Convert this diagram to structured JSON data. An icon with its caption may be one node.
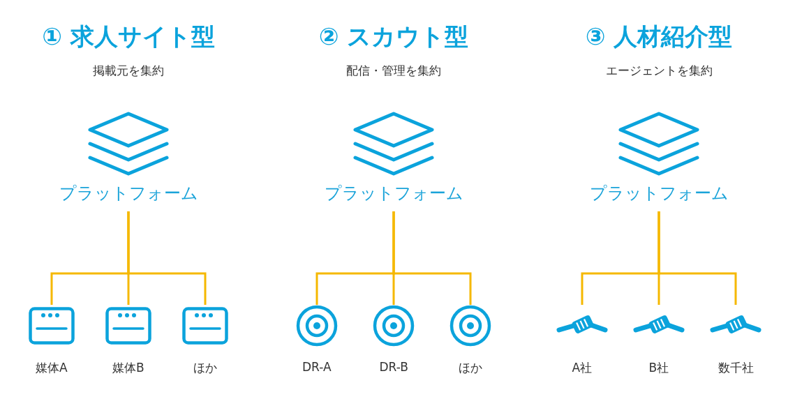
{
  "diagram": {
    "nodes": [
      {
        "text": [
          "プラットフォーム"
        ]
      },
      {
        "text": [
          "媒体A"
        ]
      },
      {
        "text": [
          "媒体B"
        ]
      },
      {
        "text": [
          "ほか"
        ]
      },
      {
        "text": [
          "プラットフォーム"
        ]
      },
      {
        "text": [
          "DR-A"
        ]
      },
      {
        "text": [
          "DR-B"
        ]
      },
      {
        "text": [
          "ほか"
        ]
      },
      {
        "text": [
          "プラットフォーム"
        ]
      },
      {
        "text": [
          "A社"
        ]
      },
      {
        "text": [
          "B社"
        ]
      },
      {
        "text": [
          "数千社"
        ]
      }
    ],
    "edges": [
      {
        "from": 0,
        "to": 1,
        "arrow": "none"
      },
      {
        "from": 0,
        "to": 2,
        "arrow": "none"
      },
      {
        "from": 0,
        "to": 3,
        "arrow": "none"
      },
      {
        "from": 4,
        "to": 5,
        "arrow": "none"
      },
      {
        "from": 4,
        "to": 6,
        "arrow": "none"
      },
      {
        "from": 4,
        "to": 7,
        "arrow": "none"
      },
      {
        "from": 8,
        "to": 9,
        "arrow": "none"
      },
      {
        "from": 8,
        "to": 10,
        "arrow": "none"
      },
      {
        "from": 8,
        "to": 11,
        "arrow": "none"
      }
    ],
    "labels": [
      "① 求人サイト型",
      "掲載元を集約",
      "② スカウト型",
      "配信・管理を集約",
      "③ 人材紹介型",
      "エージェントを集約"
    ]
  }
}
